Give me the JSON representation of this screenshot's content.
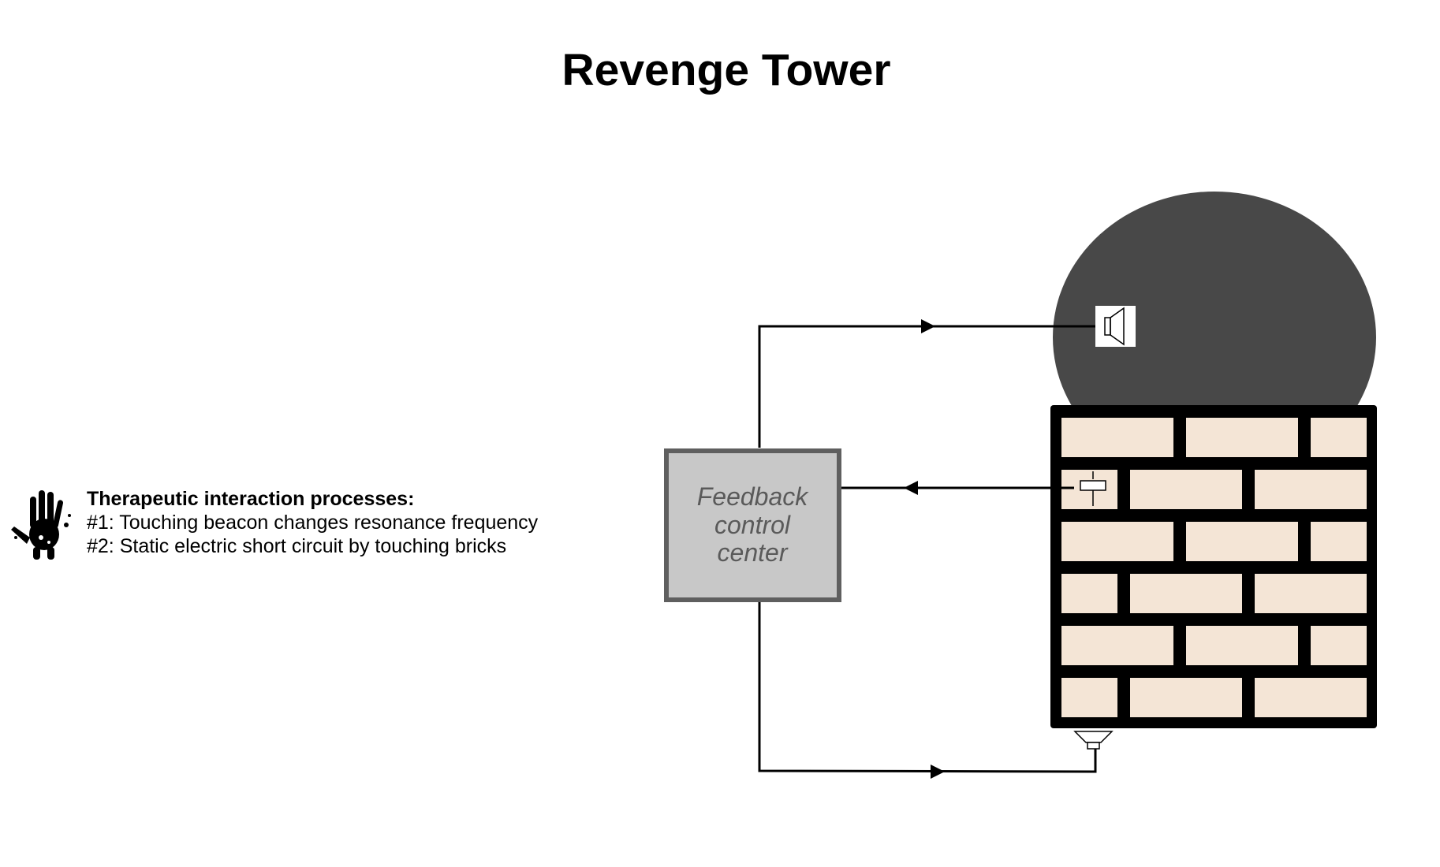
{
  "title": "Revenge Tower",
  "legend": {
    "heading": "Therapeutic interaction processes:",
    "items": [
      "#1: Touching beacon changes resonance frequency",
      "#2: Static electric short circuit by touching bricks"
    ]
  },
  "control_center": {
    "lines": [
      "Feedback",
      "control",
      "center"
    ]
  },
  "icons": {
    "legend_icon": "handprint-icon",
    "beacon_speaker": "speaker-icon",
    "wall_sensor": "piezo-sensor-icon",
    "base_sensor": "microphone-icon"
  },
  "colors": {
    "beacon": "#484848",
    "brick": "#f4e5d6",
    "mortar": "#000000",
    "control_fill": "#c8c8c8",
    "control_border": "#5f5f5f",
    "wire": "#000000"
  }
}
